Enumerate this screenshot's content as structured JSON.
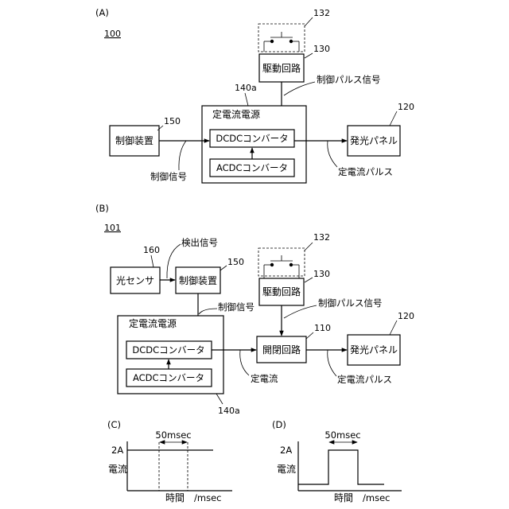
{
  "figA": {
    "tag": "(A)",
    "ref": "100",
    "switch_ref": "132",
    "drive_ref": "130",
    "drive_label": "駆動回路",
    "drive_signal": "制御パルス信号",
    "psu_ref": "140a",
    "psu_label": "定電流電源",
    "dcdc_label": "DCDCコンバータ",
    "acdc_label": "ACDCコンバータ",
    "ctrl_ref": "150",
    "ctrl_label": "制御装置",
    "ctrl_signal": "制御信号",
    "panel_ref": "120",
    "panel_label": "発光パネル",
    "output_label": "定電流パルス"
  },
  "figB": {
    "tag": "(B)",
    "ref": "101",
    "sensor_ref": "160",
    "sensor_label": "光センサ",
    "detect_signal": "検出信号",
    "ctrl_ref": "150",
    "ctrl_label": "制御装置",
    "ctrl_signal": "制御信号",
    "switch_ref": "132",
    "drive_ref": "130",
    "drive_label": "駆動回路",
    "drive_signal": "制御パルス信号",
    "psu_label": "定電流電源",
    "psu_ref": "140a",
    "dcdc_label": "DCDCコンバータ",
    "acdc_label": "ACDCコンバータ",
    "gate_ref": "110",
    "gate_label": "開閉回路",
    "current_label": "定電流",
    "panel_ref": "120",
    "panel_label": "発光パネル",
    "output_label": "定電流パルス"
  },
  "figC": {
    "tag": "(C)",
    "duration": "50msec",
    "level": "2A",
    "ylabel": "電流",
    "xlabel": "時間",
    "xunit": "/msec"
  },
  "figD": {
    "tag": "(D)",
    "duration": "50msec",
    "level": "2A",
    "ylabel": "電流",
    "xlabel": "時間",
    "xunit": "/msec"
  }
}
